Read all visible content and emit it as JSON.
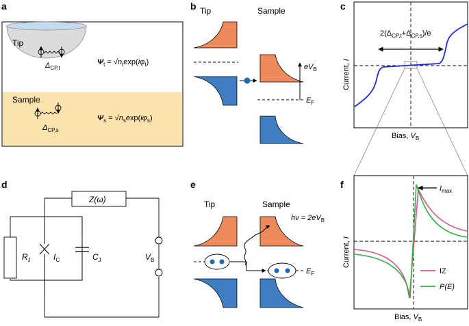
{
  "panels": {
    "a": {
      "label": "a",
      "tip_text": "Tip",
      "sample_text": "Sample",
      "delta_tip": "Δ",
      "delta_tip_sub": "CP,t",
      "delta_sample": "Δ",
      "delta_sample_sub": "CP,s",
      "psi_t": {
        "lhs": "Ψ",
        "lhs_sub": "t",
        "eq": " = √",
        "n": "n",
        "n_sub": "t",
        "exp": "exp(",
        "i": "iφ",
        "phi_sub": "t",
        "close": ")"
      },
      "psi_s": {
        "lhs": "Ψ",
        "lhs_sub": "s",
        "eq": " = √",
        "n": "n",
        "n_sub": "s",
        "exp": "exp(",
        "i": "iφ",
        "phi_sub": "s",
        "close": ")"
      },
      "colors": {
        "tip_fill": "#dcdcdc",
        "tip_top": "#c7dbef",
        "sample_band": "#fbe3ad"
      }
    },
    "b": {
      "label": "b",
      "tip_title": "Tip",
      "sample_title": "Sample",
      "evb": "eV",
      "evb_sub": "B",
      "ef": "E",
      "ef_sub": "F",
      "colors": {
        "orange": "#f08a5d",
        "blue": "#3f7fc1",
        "dot": "#1e67b1"
      }
    },
    "c": {
      "label": "c",
      "annotation": "2(Δ",
      "annotation_sub1": "CP,t",
      "annotation_mid": "+Δ",
      "annotation_sub2": "CP,s",
      "annotation_end": ")/e",
      "ylabel": "Current, ",
      "ylabel_var": "I",
      "xlabel": "Bias, ",
      "xlabel_var": "V",
      "xlabel_sub": "B",
      "color": "#1f2ad6"
    },
    "d": {
      "label": "d",
      "impedance": "Z(ω)",
      "rj": "R",
      "rj_sub": "J",
      "ic": "I",
      "ic_sub": "C",
      "cj": "C",
      "cj_sub": "J",
      "vb": "V",
      "vb_sub": "B"
    },
    "e": {
      "label": "e",
      "tip_title": "Tip",
      "sample_title": "Sample",
      "photon": "hν = 2eV",
      "photon_sub": "B",
      "ef": "E",
      "ef_sub": "F"
    },
    "f": {
      "label": "f",
      "imax": "I",
      "imax_sub": "max",
      "ylabel": "Current, ",
      "ylabel_var": "I",
      "xlabel": "Bias, ",
      "xlabel_var": "V",
      "xlabel_sub": "B",
      "legend": [
        {
          "name": "IZ",
          "color": "#d0588f"
        },
        {
          "name": "P(E)",
          "color": "#2fae3f"
        }
      ]
    }
  }
}
